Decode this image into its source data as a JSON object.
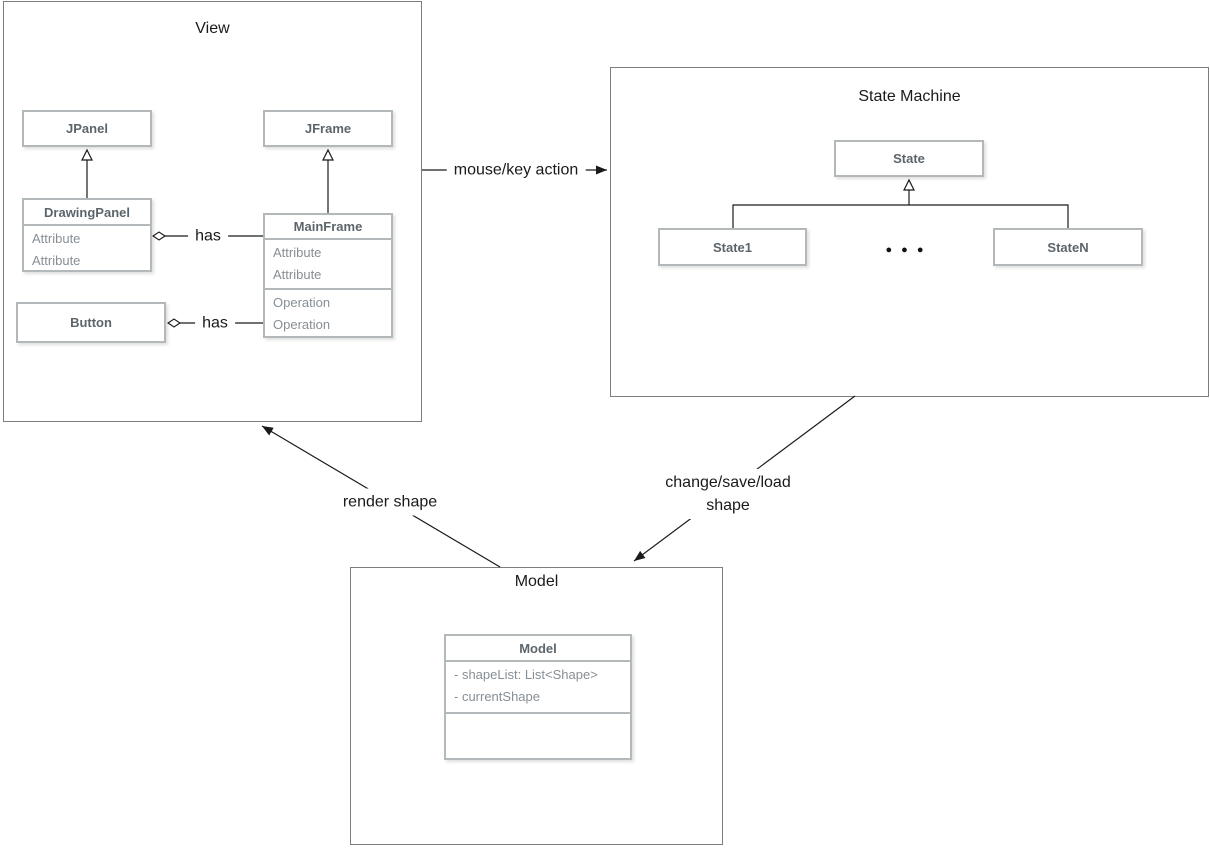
{
  "view": {
    "title": "View",
    "jpanel": {
      "name": "JPanel"
    },
    "jframe": {
      "name": "JFrame"
    },
    "drawing_panel": {
      "name": "DrawingPanel",
      "attributes": [
        "Attribute",
        "Attribute"
      ]
    },
    "main_frame": {
      "name": "MainFrame",
      "attributes": [
        "Attribute",
        "Attribute"
      ],
      "operations": [
        "Operation",
        "Operation"
      ]
    },
    "button": {
      "name": "Button"
    },
    "has_drawing_panel": "has",
    "has_button": "has"
  },
  "state_machine": {
    "title": "State Machine",
    "state": {
      "name": "State"
    },
    "state1": {
      "name": "State1"
    },
    "staten": {
      "name": "StateN"
    },
    "ellipsis": "● ● ●"
  },
  "model": {
    "title": "Model",
    "model_class": {
      "name": "Model",
      "attributes": [
        "- shapeList: List<Shape>",
        "- currentShape"
      ]
    }
  },
  "edges": {
    "mouse_key_action": "mouse/key action",
    "render_shape": "render shape",
    "change_save_load": "change/save/load",
    "change_save_load_line2": "shape"
  },
  "colors": {
    "container_border": "#7d7d7d",
    "box_border": "#b3b8bb",
    "class_name_text": "#5c656b",
    "member_text": "#878f95",
    "label_text": "#1a1a1a",
    "connector": "#1a1a1a"
  }
}
